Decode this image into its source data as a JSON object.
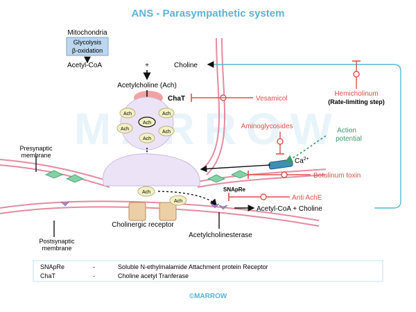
{
  "title": "ANS - Parasympathetic system",
  "watermark": "MARROW",
  "footer": "©MARROW",
  "colors": {
    "title": "#5bb3d9",
    "red": "#d8504a",
    "green": "#3a9a6a",
    "pink": "#e48aa0",
    "terminal": "#ece4f6",
    "vesicle": "#f3f0c4",
    "cyan": "#55b8d5",
    "box": "#bcd6ee",
    "receptor": "#eccfa6"
  },
  "synthesis": {
    "mitochondria": "Mitochondria",
    "glycolysis": "Glycolysis",
    "beta_oxidation": "β-oxidation",
    "acetyl_coa": "Acetyl-CoA",
    "plus": "+",
    "choline": "Choline",
    "acetylcholine": "Acetylcholine (Ach)",
    "chat": "ChaT"
  },
  "vesicle_labels": [
    "Ach",
    "Ach",
    "Ach",
    "Ach",
    "Ach",
    "Ach"
  ],
  "drugs": {
    "vesamicol": "Vesamicol",
    "aminoglycosides": "Aminoglycosides",
    "botulinum": "Botulinum toxin",
    "hemicholinum": "Hemicholinum",
    "hemicholinum_note": "(Rate-limiting step)",
    "anti_ache": "Anti AchE"
  },
  "action_potential": [
    "Action",
    "potential"
  ],
  "calcium": {
    "ion": "Ca",
    "charge": "2+"
  },
  "membranes": {
    "presynaptic": [
      "Presynaptic",
      "membrane"
    ],
    "postsynaptic": [
      "Postsynaptic",
      "membrane"
    ]
  },
  "snapre_label": "SNApRe",
  "cleft": {
    "ach_released": "Ach",
    "ach_bound": "Ach",
    "products": "Acetyl-CoA + Choline"
  },
  "receptor_label": "Cholinergic receptor",
  "enzyme_label": "Acetylcholinesterase",
  "legend": [
    {
      "abbr": "SNApRe",
      "dash": "-",
      "full": "Soluble N-ethylmalamide Attachment protein Receptor"
    },
    {
      "abbr": "ChaT",
      "dash": "-",
      "full": "Choline acetyl Tranferase"
    }
  ]
}
